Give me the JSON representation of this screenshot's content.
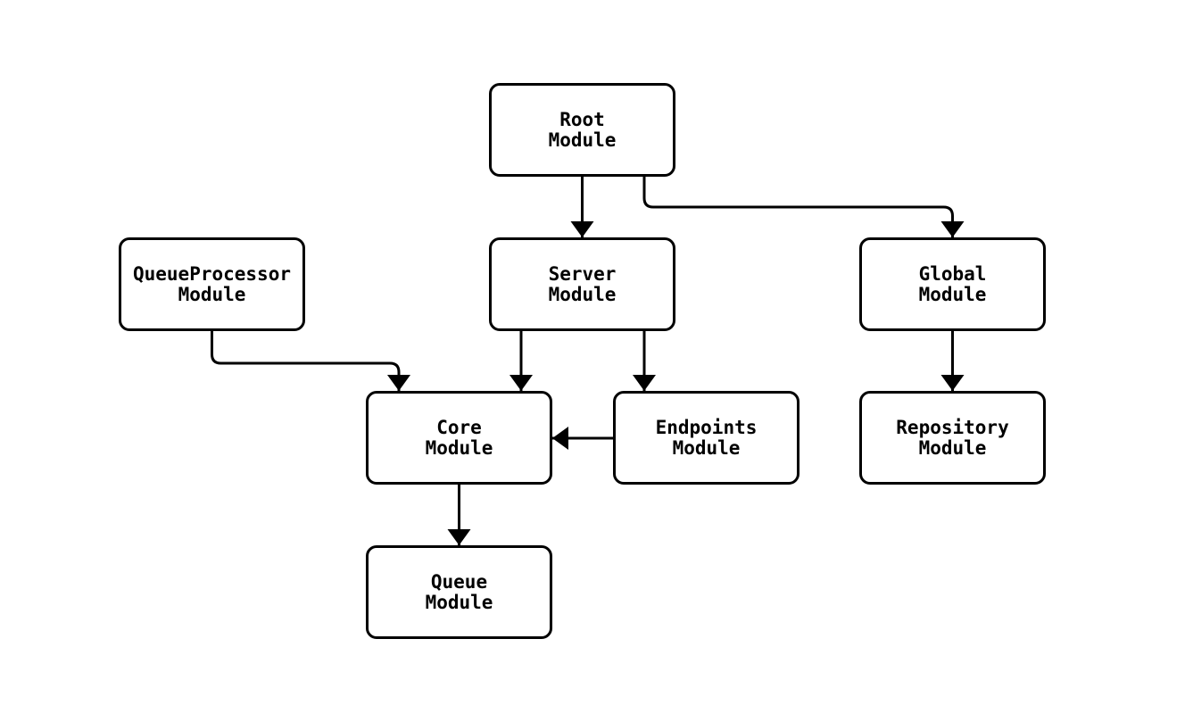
{
  "diagram": {
    "type": "module-dependency-graph",
    "colors": {
      "stroke": "#000000",
      "node_fill": "#ffffff",
      "background": "#ffffff",
      "text": "#000000"
    },
    "nodes": [
      {
        "id": "root",
        "label": "Root\nModule"
      },
      {
        "id": "queueprocessor",
        "label": "QueueProcessor\nModule"
      },
      {
        "id": "server",
        "label": "Server\nModule"
      },
      {
        "id": "global",
        "label": "Global\nModule"
      },
      {
        "id": "core",
        "label": "Core\nModule"
      },
      {
        "id": "endpoints",
        "label": "Endpoints\nModule"
      },
      {
        "id": "repository",
        "label": "Repository\nModule"
      },
      {
        "id": "queue",
        "label": "Queue\nModule"
      }
    ],
    "edges": [
      {
        "from": "Root Module",
        "to": "Server Module"
      },
      {
        "from": "Root Module",
        "to": "Global Module"
      },
      {
        "from": "QueueProcessor Module",
        "to": "Core Module"
      },
      {
        "from": "Server Module",
        "to": "Core Module"
      },
      {
        "from": "Server Module",
        "to": "Endpoints Module"
      },
      {
        "from": "Endpoints Module",
        "to": "Core Module"
      },
      {
        "from": "Global Module",
        "to": "Repository Module"
      },
      {
        "from": "Core Module",
        "to": "Queue Module"
      }
    ]
  }
}
